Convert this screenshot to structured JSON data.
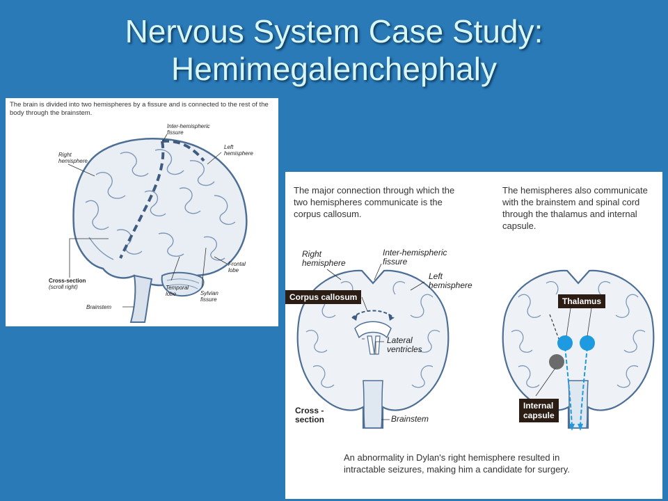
{
  "title": {
    "line1": "Nervous System Case Study:",
    "line2": "Hemimegalenchephaly"
  },
  "left_panel": {
    "caption": "The brain is divided into two hemispheres by a fissure and is connected to the rest of the body through the brainstem.",
    "labels": {
      "inter_hemispheric": "Inter-hemispheric",
      "fissure": "fissure",
      "right": "Right",
      "right_hem": "hemisphere",
      "left": "Left",
      "left_hem": "hemisphere",
      "cross_section": "Cross-section",
      "scroll_right": "(scroll right)",
      "frontal": "Frontal",
      "frontal_lobe": "lobe",
      "temporal": "Temporal",
      "temporal_lobe": "lobe",
      "sylvian": "Sylvian",
      "sylvian_fissure": "fissure",
      "brainstem": "Brainstem"
    }
  },
  "right_panel": {
    "caption_left": "The major connection through which the two hemispheres communicate is the corpus callosum.",
    "caption_right": "The hemispheres also communicate with the brainstem and spinal cord through the thalamus and internal capsule.",
    "labels": {
      "right": "Right",
      "right_hem": "hemisphere",
      "inter_hemispheric": "Inter-hemispheric",
      "fissure": "fissure",
      "left": "Left",
      "left_hem": "hemisphere",
      "corpus_callosum": "Corpus callosum",
      "lateral": "Lateral",
      "ventricles": "ventricles",
      "cross": "Cross -",
      "section": "section",
      "brainstem": "Brainstem",
      "thalamus": "Thalamus",
      "internal": "Internal",
      "capsule": "capsule"
    },
    "bottom_caption_1": "An abnormality in Dylan's right hemisphere resulted in",
    "bottom_caption_2": "intractable seizures, making him a candidate for surgery."
  },
  "colors": {
    "background": "#2a7ab8",
    "title": "#d7f6f4",
    "brain_line": "#4e6f95",
    "thalamus_dot": "#1e9ae0",
    "capsule_dot": "#6b6b6b",
    "tag_bg": "#2b1d14"
  }
}
